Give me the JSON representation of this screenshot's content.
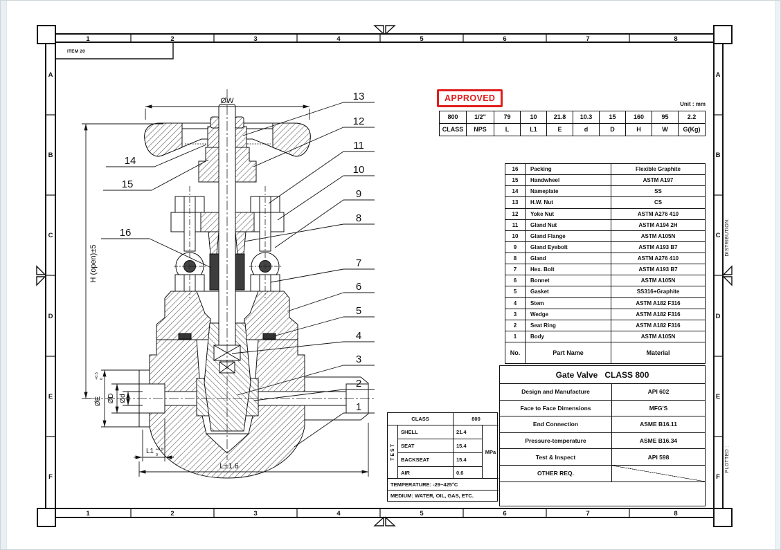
{
  "frame": {
    "item_ref": "ITEM 20",
    "cols": [
      "1",
      "2",
      "3",
      "4",
      "5",
      "6",
      "7",
      "8"
    ],
    "rows": [
      "A",
      "B",
      "C",
      "D",
      "E",
      "F"
    ],
    "distribution": "DISTRIBUTION:",
    "plotted": "PLOTTED :"
  },
  "stamp": {
    "label": "APPROVED",
    "color": "#e11d1d"
  },
  "unit_note": "Unit : mm",
  "dim_table": {
    "values": [
      "800",
      "1/2\"",
      "79",
      "10",
      "21.8",
      "10.3",
      "15",
      "160",
      "95",
      "2.2"
    ],
    "headers": [
      "CLASS",
      "NPS",
      "L",
      "L1",
      "E",
      "d",
      "D",
      "H",
      "W",
      "G(Kg)"
    ]
  },
  "parts": {
    "header": {
      "no": "No.",
      "name": "Part Name",
      "material": "Material"
    },
    "rows": [
      {
        "no": "16",
        "name": "Packing",
        "material": "Flexible Graphite"
      },
      {
        "no": "15",
        "name": "Handwheel",
        "material": "ASTM A197"
      },
      {
        "no": "14",
        "name": "Nameplate",
        "material": "SS"
      },
      {
        "no": "13",
        "name": "H.W. Nut",
        "material": "CS"
      },
      {
        "no": "12",
        "name": "Yoke Nut",
        "material": "ASTM A276 410"
      },
      {
        "no": "11",
        "name": "Gland Nut",
        "material": "ASTM A194 2H"
      },
      {
        "no": "10",
        "name": "Gland Flange",
        "material": "ASTM A105N"
      },
      {
        "no": "9",
        "name": "Gland Eyebolt",
        "material": "ASTM A193 B7"
      },
      {
        "no": "8",
        "name": "Gland",
        "material": "ASTM A276 410"
      },
      {
        "no": "7",
        "name": "Hex. Bolt",
        "material": "ASTM A193 B7"
      },
      {
        "no": "6",
        "name": "Bonnet",
        "material": "ASTM A105N"
      },
      {
        "no": "5",
        "name": "Gasket",
        "material": "SS316+Graphite"
      },
      {
        "no": "4",
        "name": "Stem",
        "material": "ASTM A182 F316"
      },
      {
        "no": "3",
        "name": "Wedge",
        "material": "ASTM A182 F316"
      },
      {
        "no": "2",
        "name": "Seat Ring",
        "material": "ASTM A182 F316"
      },
      {
        "no": "1",
        "name": "Body",
        "material": "ASTM A105N"
      }
    ]
  },
  "title_block": {
    "title": "Gate Valve   CLASS 800",
    "specs": [
      {
        "label": "Design and Manufacture",
        "value": "API 602"
      },
      {
        "label": "Face to Face Dimensions",
        "value": "MFG'S"
      },
      {
        "label": "End Connection",
        "value": "ASME B16.11"
      },
      {
        "label": "Pressure-temperature",
        "value": "ASME B16.34"
      },
      {
        "label": "Test & Inspect",
        "value": "API 598"
      },
      {
        "label": "OTHER REQ.",
        "value": ""
      }
    ]
  },
  "test": {
    "class_label": "CLASS",
    "class_value": "800",
    "test_label": "TEST",
    "unit": "MPa",
    "rows": [
      {
        "name": "SHELL",
        "value": "21.4"
      },
      {
        "name": "SEAT",
        "value": "15.4"
      },
      {
        "name": "BACKSEAT",
        "value": "15.4"
      },
      {
        "name": "AIR",
        "value": "0.6"
      }
    ],
    "temperature": "TEMPERATURE: -29~425°C",
    "medium": "MEDIUM: WATER, OIL, GAS, ETC."
  },
  "drawing": {
    "dims": {
      "w": "ØW",
      "h": "H (open)±5",
      "e": "ØE",
      "e_tol_top": "+0.5",
      "e_tol_bot": "0",
      "d_outer": "ØD",
      "d_inner": "Ød",
      "l1": "L1",
      "l1_tol_top": "+0.5",
      "l1_tol_bot": "0",
      "l": "L±1.6"
    },
    "callouts": {
      "c1": "1",
      "c2": "2",
      "c3": "3",
      "c4": "4",
      "c5": "5",
      "c6": "6",
      "c7": "7",
      "c8": "8",
      "c9": "9",
      "c10": "10",
      "c11": "11",
      "c12": "12",
      "c13": "13",
      "c14": "14",
      "c15": "15",
      "c16": "16"
    }
  }
}
